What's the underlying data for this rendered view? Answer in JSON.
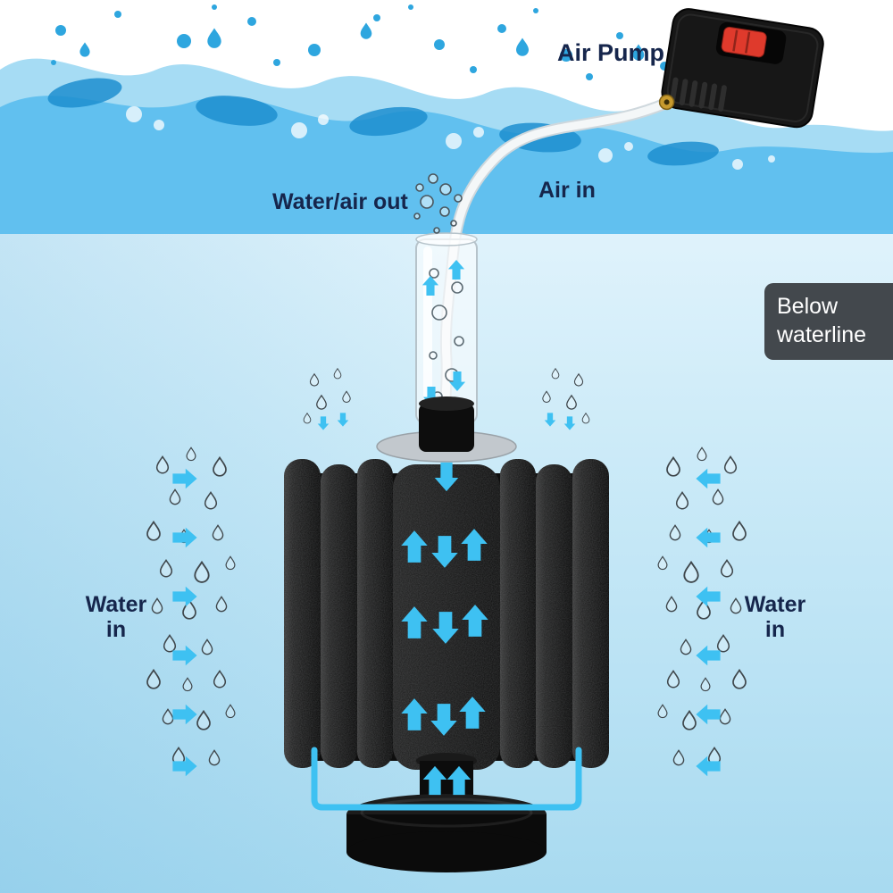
{
  "labels": {
    "air_pump": "Air Pump",
    "water_air_out": "Water/air out",
    "air_in": "Air in",
    "below_waterline": "Below waterline",
    "water_in_left": {
      "line1": "Water",
      "line2": "in"
    },
    "water_in_right": {
      "line1": "Water",
      "line2": "in"
    }
  },
  "colors": {
    "label_text": "#16264c",
    "flow_arrow_cyan": "#3ec1f2",
    "splash_blue": "#2ea6df",
    "deep_splash_blue": "#1e8fd0",
    "underwater_top": "#e8f6fd",
    "underwater_bottom": "#a8daf0",
    "sponge_black": "#141414",
    "badge_background": "#43484d",
    "badge_text": "#ffffff",
    "pump_body_black": "#171717",
    "pump_switch_red": "#df3a2c",
    "airline_white": "#f4f7f8",
    "tube_outline": "#b6c3ca"
  },
  "icons": {
    "water_droplet": "droplet-outline-icon",
    "air_bubble": "circle-outline-icon",
    "flow_up": "block-arrow-up-icon",
    "flow_down": "block-arrow-down-icon",
    "flow_left": "block-arrow-left-icon",
    "flow_right": "block-arrow-right-icon"
  }
}
